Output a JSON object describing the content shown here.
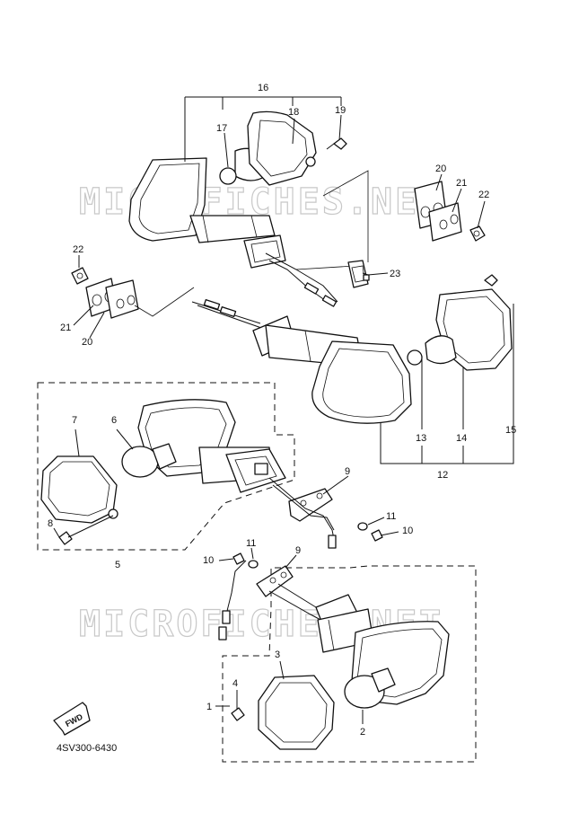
{
  "watermark": "MICROFICHES.NET",
  "drawing_code": "4SV300-6430",
  "fwd_label": "FWD",
  "callouts": {
    "c1": "1",
    "c2": "2",
    "c3": "3",
    "c4": "4",
    "c5": "5",
    "c6": "6",
    "c7": "7",
    "c8": "8",
    "c9a": "9",
    "c9b": "9",
    "c10a": "10",
    "c10b": "10",
    "c11a": "11",
    "c11b": "11",
    "c12": "12",
    "c13": "13",
    "c14": "14",
    "c15": "15",
    "c16": "16",
    "c17": "17",
    "c18": "18",
    "c19": "19",
    "c20a": "20",
    "c20b": "20",
    "c21a": "21",
    "c21b": "21",
    "c22a": "22",
    "c22b": "22",
    "c23": "23"
  }
}
